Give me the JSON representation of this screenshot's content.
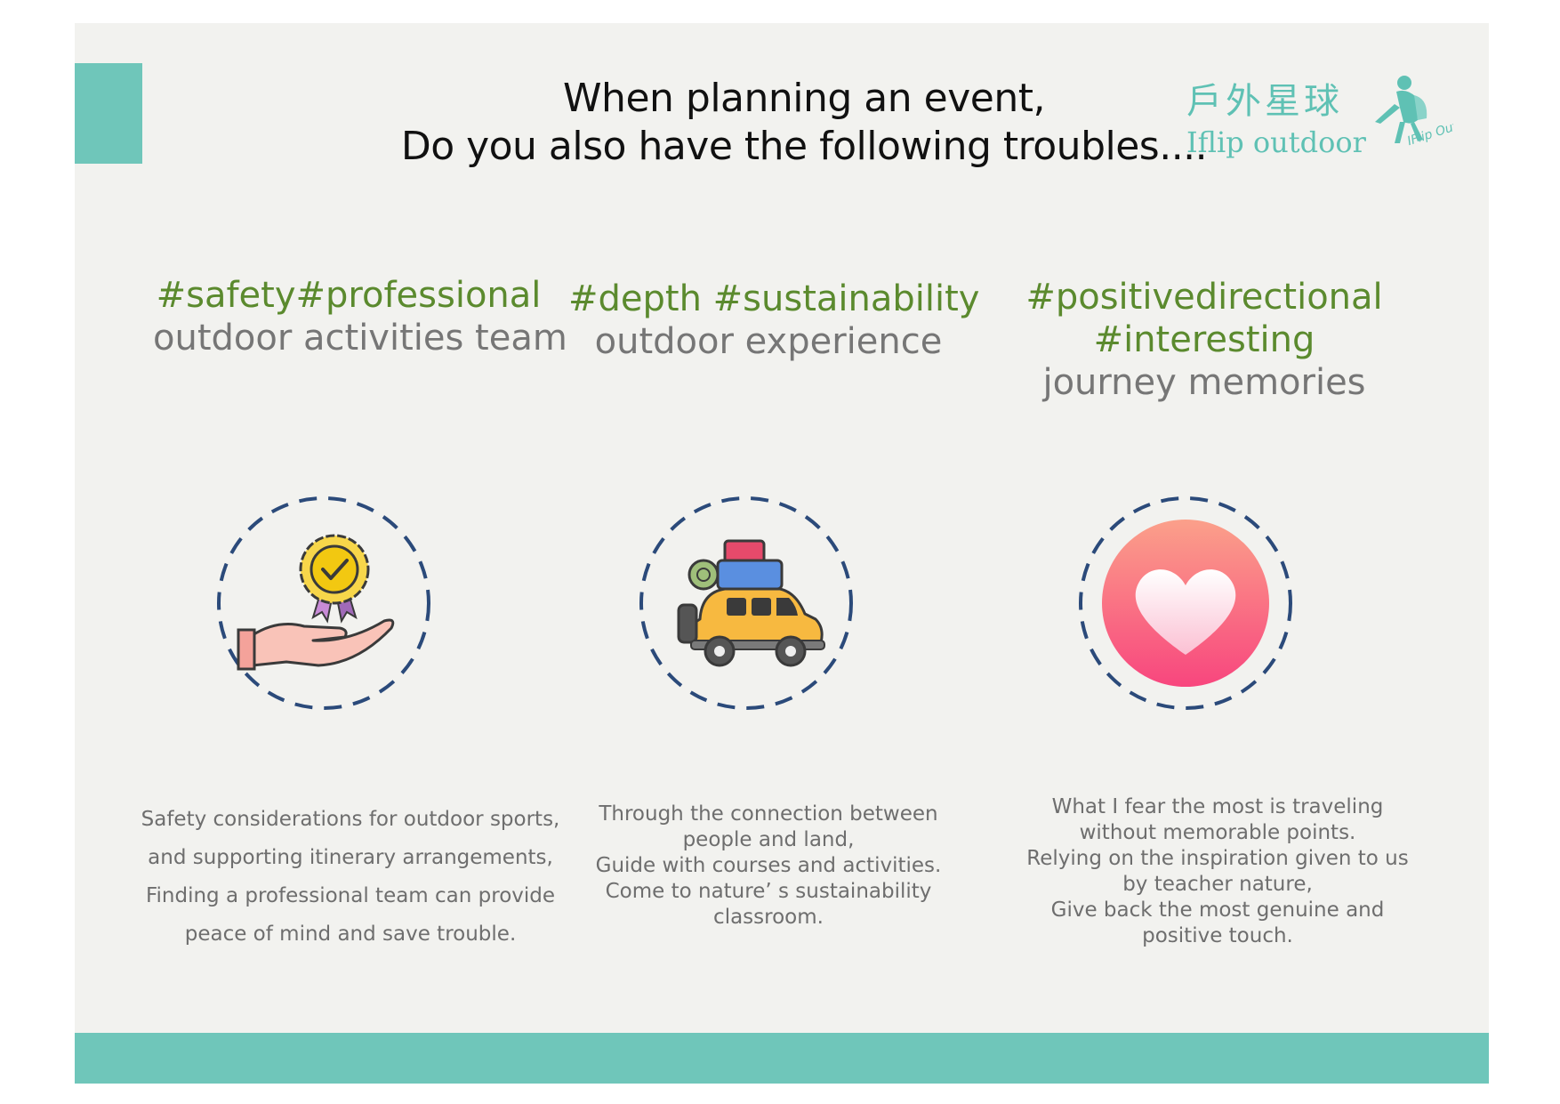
{
  "header": {
    "line1": "When planning an event,",
    "line2": "Do you also have the following troubles...."
  },
  "logo": {
    "cn": "戶外星球",
    "en": "Iflip outdoor",
    "badge": "IFlip Outdoor",
    "icon": "hiker-logo-icon"
  },
  "colors": {
    "accent": "#6fc6ba",
    "tag_green": "#5b8a2e",
    "ring_navy": "#2b4a7a",
    "heart_pink": "#f8467e"
  },
  "columns": [
    {
      "tag_lines": [
        "#safety#professional"
      ],
      "sub": "outdoor activities team",
      "icon": "hand-award-icon",
      "desc": [
        "Safety considerations for outdoor sports,",
        "and supporting itinerary arrangements,",
        "Finding a professional team can provide",
        "peace of mind and save trouble."
      ]
    },
    {
      "tag_lines": [
        "#depth #sustainability"
      ],
      "sub": "outdoor experience",
      "icon": "car-luggage-icon",
      "desc": [
        "Through the connection between",
        "people and land,",
        "Guide with courses and activities.",
        "Come to nature’ s sustainability",
        "classroom."
      ]
    },
    {
      "tag_lines": [
        "#positivedirectional",
        "#interesting"
      ],
      "sub": "journey memories",
      "icon": "heart-icon",
      "desc": [
        "What I fear the most is traveling",
        "without memorable points.",
        "Relying on the inspiration given to us",
        "by teacher nature,",
        "Give back the most genuine and",
        "positive touch."
      ]
    }
  ]
}
